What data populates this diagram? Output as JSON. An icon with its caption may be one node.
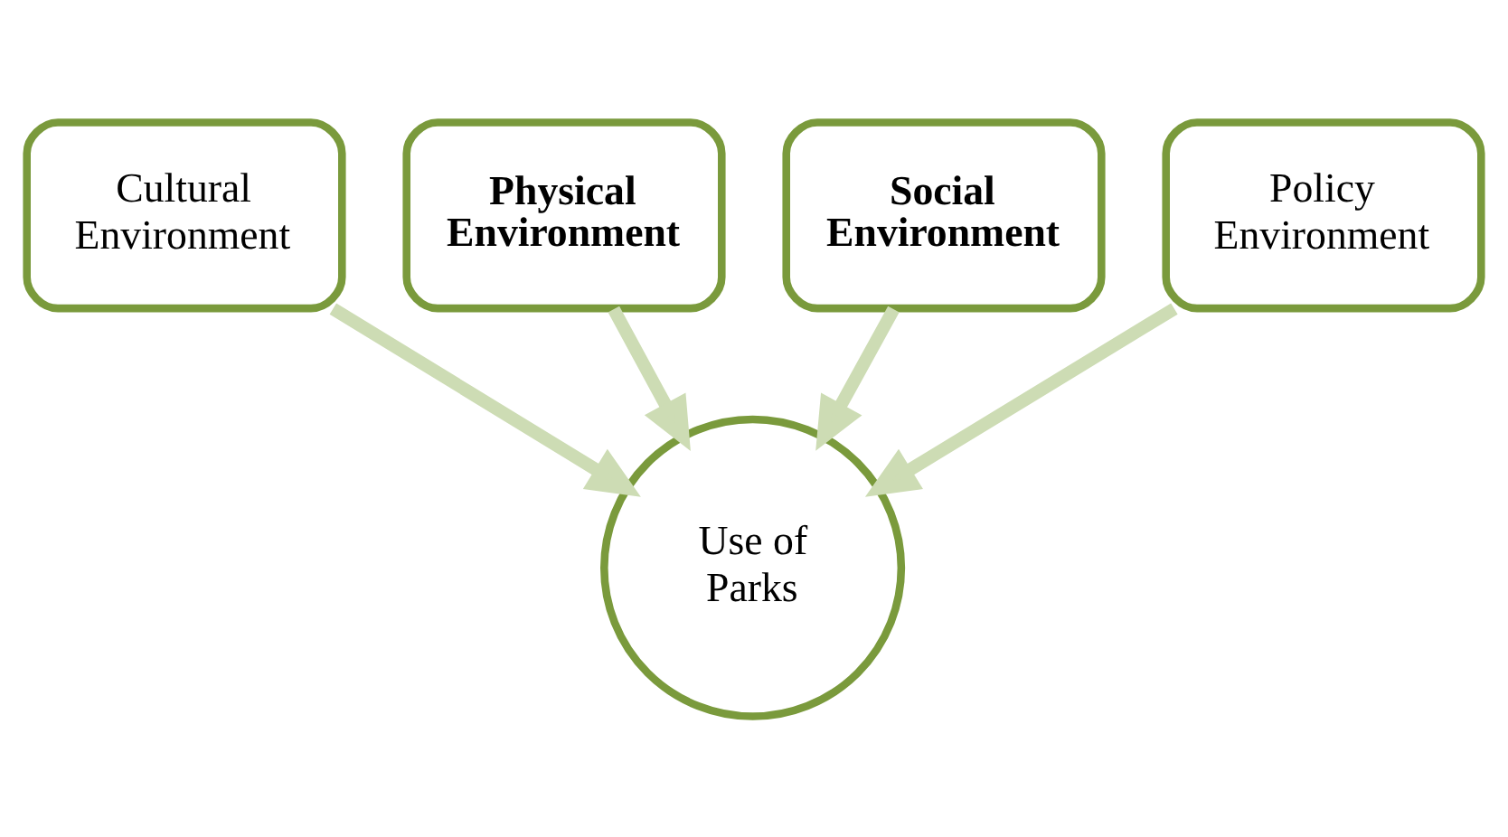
{
  "diagram": {
    "nodes": [
      {
        "text": [
          "Physical Environment"
        ]
      },
      {
        "text": [
          "Social Environment"
        ]
      },
      {
        "text": [
          "Cultural Environment"
        ]
      },
      {
        "text": [
          "Policy Environment"
        ]
      },
      {
        "text": [
          "Use of Parks"
        ]
      }
    ],
    "edges": [
      {
        "from": 0,
        "to": 4,
        "arrow": "to"
      },
      {
        "from": 1,
        "to": 4,
        "arrow": "to"
      },
      {
        "from": 2,
        "to": 4,
        "arrow": "to"
      },
      {
        "from": 3,
        "to": 4,
        "arrow": "to"
      }
    ]
  }
}
